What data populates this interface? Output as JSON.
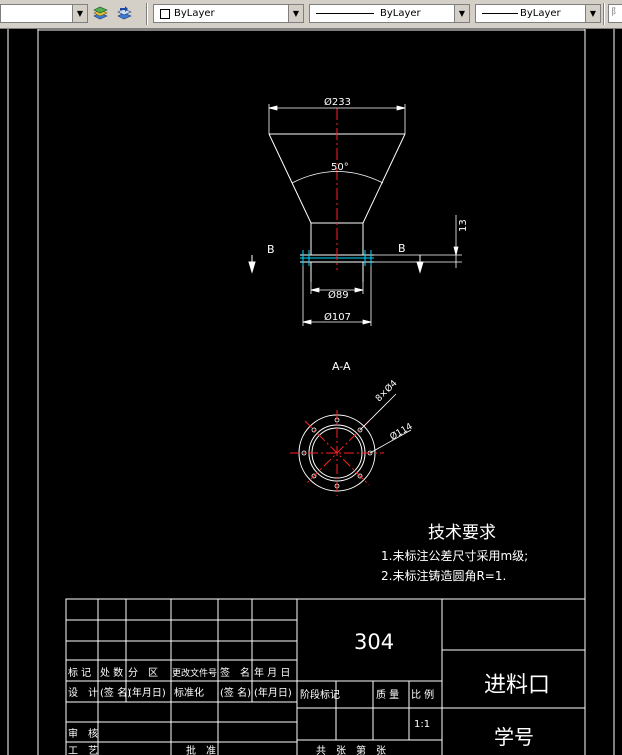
{
  "toolbar": {
    "color_combo": "ByLayer",
    "linetype_combo": "ByLayer",
    "lineweight_combo": "ByLayer",
    "right_partial": "阝"
  },
  "drawing": {
    "dim_top": "Ø233",
    "dim_angle": "50°",
    "dim_13": "13",
    "section_left": "B",
    "section_right": "B",
    "dim_89": "Ø89",
    "dim_107": "Ø107",
    "section_title": "A-A",
    "dim_holes": "8×Ø4",
    "dim_114": "Ø114"
  },
  "tech_requirements": {
    "title": "技术要求",
    "line1": "1.未标注公差尺寸采用m级;",
    "line2": "2.未标注铸造圆角R=1."
  },
  "title_block": {
    "material": "304",
    "part_name": "进料口",
    "student_id": "学号",
    "row_mark": [
      "标 记",
      "处 数",
      "分　区",
      "更改文件号",
      "签　名",
      "年 月 日"
    ],
    "row_design": [
      "设　计",
      "(签 名)",
      "(年月日)",
      "标准化",
      "(签 名)",
      "(年月日)"
    ],
    "stage_mark": "阶段标记",
    "weight": "质 量",
    "scale_label": "比 例",
    "scale_value": "1:1",
    "review": "审　核",
    "bottom_partial_1": "工　艺",
    "bottom_partial_2": "批　准",
    "bottom_partial_3": "共　张　第　张"
  }
}
